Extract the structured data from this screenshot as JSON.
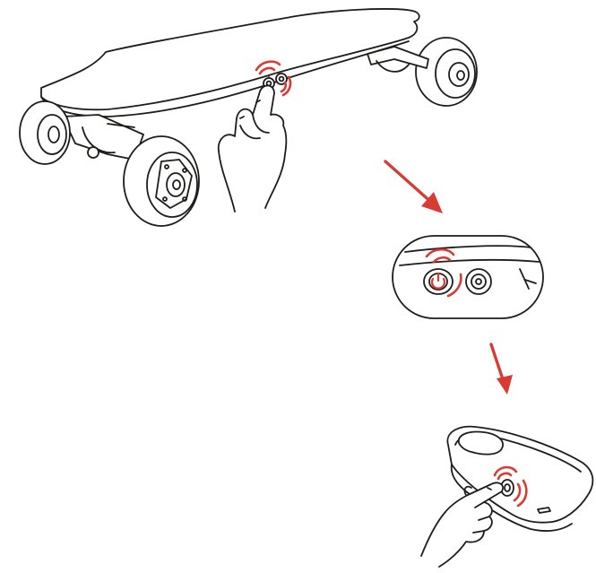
{
  "colors": {
    "line": "#1d1d1b",
    "accent": "#d83a34",
    "background": "#ffffff"
  },
  "steps": [
    {
      "id": "press-board-power-button",
      "icon": "skateboard-illustration"
    },
    {
      "id": "power-button-closeup",
      "icon": "power-button-icon"
    },
    {
      "id": "pair-remote-controller",
      "icon": "remote-control-illustration"
    }
  ],
  "arrows": [
    {
      "id": "arrow-to-closeup",
      "icon": "arrow-down-right-icon"
    },
    {
      "id": "arrow-to-remote",
      "icon": "arrow-down-icon"
    }
  ]
}
